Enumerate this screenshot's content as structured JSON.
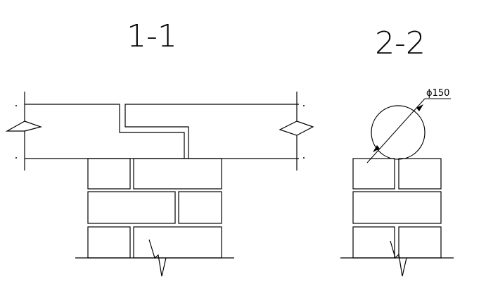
{
  "section_1": {
    "title": "1-1"
  },
  "section_2": {
    "title": "2-2",
    "diameter_label": "ϕ150"
  }
}
